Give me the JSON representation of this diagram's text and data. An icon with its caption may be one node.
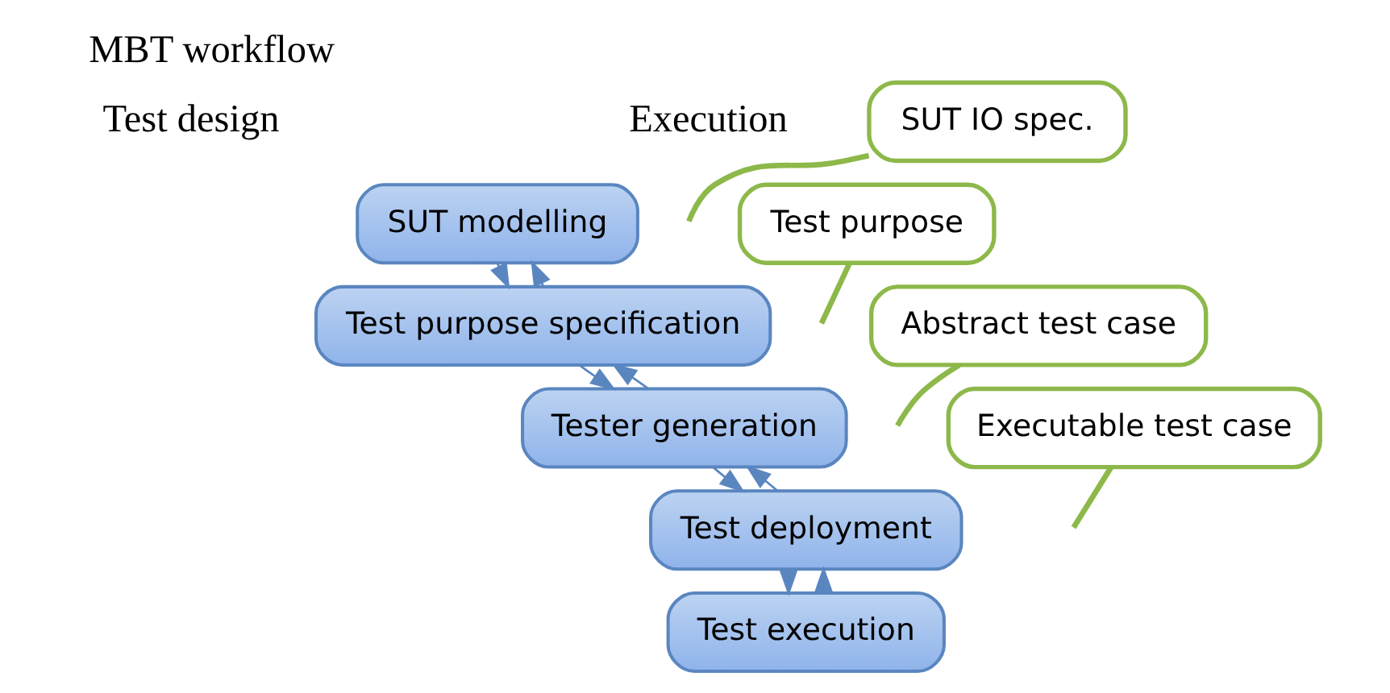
{
  "diagram": {
    "title": "MBT workflow",
    "nodes": [
      {
        "text": [
          "SUT modelling"
        ]
      },
      {
        "text": [
          "Test purpose specification"
        ]
      },
      {
        "text": [
          "Tester generation"
        ]
      },
      {
        "text": [
          "Test deployment"
        ]
      },
      {
        "text": [
          "Test execution"
        ]
      },
      {
        "text": [
          "SUT IO spec."
        ]
      },
      {
        "text": [
          "Test purpose"
        ]
      },
      {
        "text": [
          "Abstract test case"
        ]
      },
      {
        "text": [
          "Executable test case"
        ]
      }
    ],
    "edges": [
      {
        "from": 0,
        "to": 1,
        "arrow": "to"
      },
      {
        "from": 1,
        "to": 0,
        "arrow": "to"
      },
      {
        "from": 1,
        "to": 2,
        "arrow": "to"
      },
      {
        "from": 2,
        "to": 1,
        "arrow": "to"
      },
      {
        "from": 2,
        "to": 3,
        "arrow": "to"
      },
      {
        "from": 3,
        "to": 2,
        "arrow": "to"
      },
      {
        "from": 3,
        "to": 4,
        "arrow": "to"
      },
      {
        "from": 4,
        "to": 3,
        "arrow": "to"
      },
      {
        "from": 5,
        "to": null,
        "arrow": "none",
        "color": "#8db84a",
        "style": "thick"
      },
      {
        "from": 6,
        "to": null,
        "arrow": "none",
        "color": "#8db84a",
        "style": "thick"
      },
      {
        "from": 7,
        "to": null,
        "arrow": "none",
        "color": "#8db84a",
        "style": "thick"
      },
      {
        "from": 8,
        "to": null,
        "arrow": "none",
        "color": "#8db84a",
        "style": "thick"
      }
    ],
    "labels": [
      "Test design",
      "Execution"
    ]
  }
}
